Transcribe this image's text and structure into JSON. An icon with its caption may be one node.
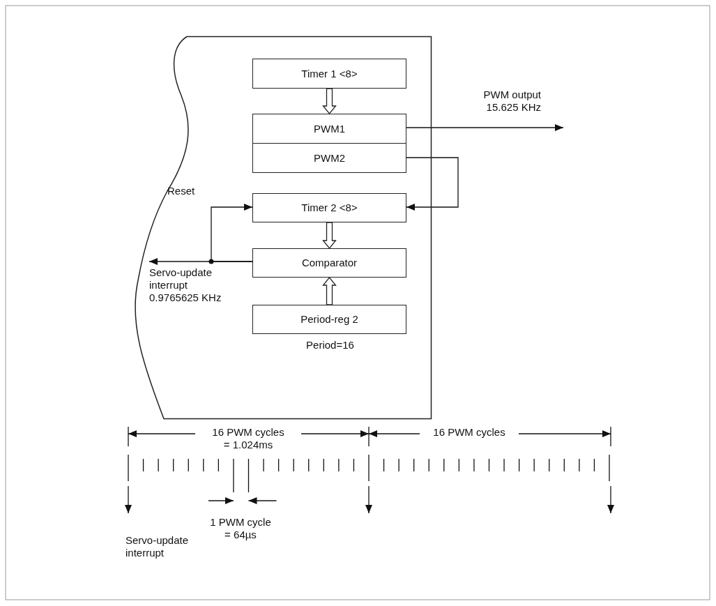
{
  "diagram": {
    "nodes": [
      {
        "text": [],
        "shape": "box"
      },
      {
        "text": [
          "Timer 1 <8>"
        ],
        "in": 0
      },
      {
        "text": [
          "PWM1"
        ],
        "in": 0
      },
      {
        "text": [
          "PWM2"
        ],
        "in": 0
      },
      {
        "text": [
          "Timer 2 <8>"
        ],
        "in": 0
      },
      {
        "text": [
          "Comparator"
        ],
        "in": 0
      },
      {
        "text": [
          "Period-reg 2"
        ],
        "in": 0,
        "beside": [
          "Period=16"
        ]
      },
      {
        "text": [
          "Servo-update interrupt 0.9765625 KHz"
        ],
        "in": 0
      }
    ],
    "edges": [
      {
        "from": 1,
        "to": 2,
        "arrow": "to",
        "style": "thick"
      },
      {
        "from": 2,
        "to": null,
        "arrow": "to",
        "label": "PWM output 15.625 KHz"
      },
      {
        "from": 3,
        "to": 4,
        "arrow": "to"
      },
      {
        "from": 4,
        "to": 5,
        "arrow": "to",
        "style": "thick"
      },
      {
        "from": 6,
        "to": 5,
        "arrow": "to",
        "style": "thick"
      },
      {
        "from": 5,
        "to": 7,
        "arrow": "to"
      },
      {
        "from": 5,
        "to": 4,
        "arrow": "to",
        "label": "Reset"
      }
    ],
    "labels": [
      "16 PWM cycles = 1.024ms",
      "16 PWM cycles",
      "1 PWM cycle = 64µs",
      "Servo-update interrupt"
    ]
  }
}
